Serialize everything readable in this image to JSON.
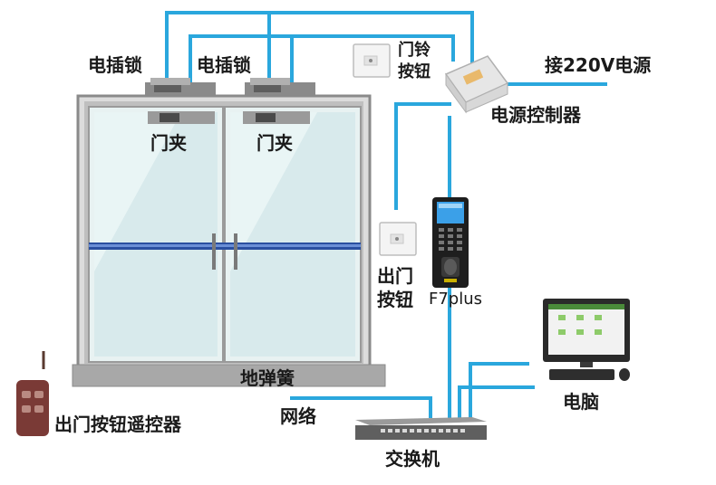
{
  "labels": {
    "lock_left": "电插锁",
    "lock_right": "电插锁",
    "doorbell_button": "门铃\n按钮",
    "power_input": "接220V电源",
    "power_controller": "电源控制器",
    "clamp_left": "门夹",
    "clamp_right": "门夹",
    "exit_button": "出门\n按钮",
    "device_model": "F7plus",
    "floor_spring": "地弹簧",
    "remote": "出门按钮遥控器",
    "network": "网络",
    "switch": "交换机",
    "computer": "电脑"
  },
  "colors": {
    "wire": "#2aa7dd",
    "door_frame": "#8a8a8a",
    "glass": "#dfeef0",
    "door_stripe": "#2a4fa0",
    "floor_spring": "#a8a8a8"
  }
}
